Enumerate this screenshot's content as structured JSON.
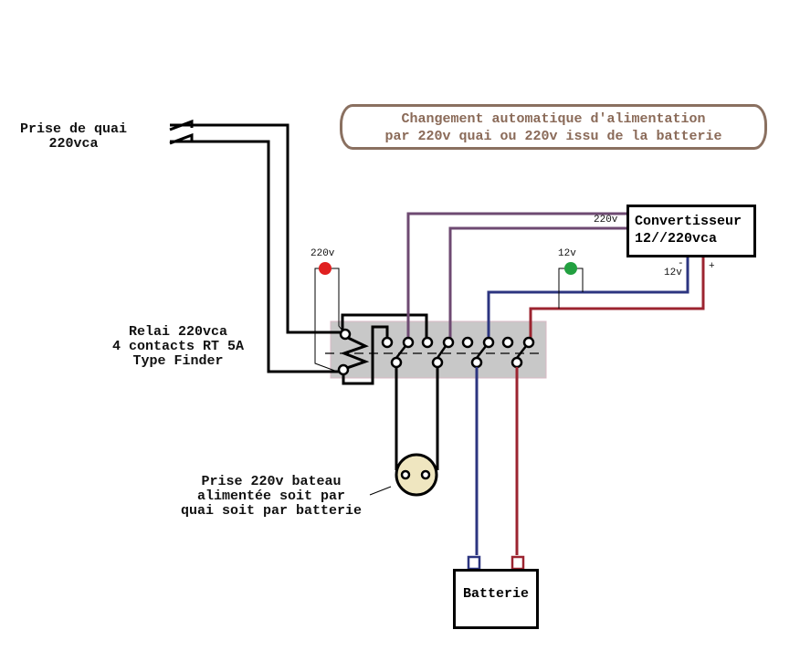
{
  "diagram": {
    "title": {
      "line1": "Changement automatique d'alimentation",
      "line2": "par 220v quai ou 220v issu de la batterie"
    },
    "shore_power": {
      "label_line1": "Prise de quai",
      "label_line2": "220vca"
    },
    "relay": {
      "label_line1": "Relai 220vca",
      "label_line2": "4 contacts RT 5A",
      "label_line3": "Type Finder"
    },
    "indicator_220v": {
      "label": "220v",
      "color": "#e02020"
    },
    "indicator_12v": {
      "label": "12v",
      "color": "#22a040"
    },
    "converter": {
      "label_line1": "Convertisseur",
      "label_line2": "12//220vca",
      "output_label": "220v",
      "input_minus": "-",
      "input_voltage": "12v",
      "input_plus": "+"
    },
    "boat_outlet": {
      "label_line1": "Prise 220v bateau",
      "label_line2": "alimentée soit par",
      "label_line3": "quai soit par batterie"
    },
    "battery": {
      "label": "Batterie"
    },
    "colors": {
      "wire_black": "#000000",
      "wire_purple": "#6e4a72",
      "wire_blue": "#2c3580",
      "wire_red": "#9c2430",
      "relay_body": "#c8c8c8",
      "title_border": "#8a7060",
      "outlet_fill": "#efe6c0"
    }
  }
}
